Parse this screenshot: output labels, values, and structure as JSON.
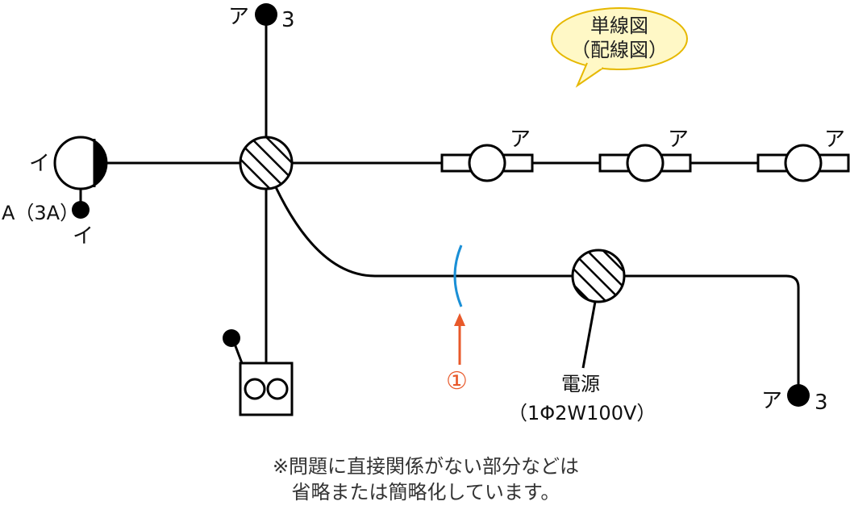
{
  "bubble": {
    "line1": "単線図",
    "line2": "（配線図）"
  },
  "labels": {
    "top_a": "ア",
    "top_3": "3",
    "left_i": "イ",
    "left_a3a": "A（3A）",
    "left_i2": "イ",
    "light1_a": "ア",
    "light2_a": "ア",
    "light3_a": "ア",
    "bottom_a": "ア",
    "bottom_3": "3",
    "power": "電源",
    "power_spec": "（1Φ2W100V）",
    "marker": "①"
  },
  "note": {
    "line1": "※問題に直接関係がない部分などは",
    "line2": "省略または簡略化しています。"
  },
  "colors": {
    "line": "#000000",
    "marker": "#e8592a",
    "cable_mark": "#1a8fd6",
    "bubble_fill": "#fff8c6",
    "bubble_stroke": "#e6b800"
  }
}
